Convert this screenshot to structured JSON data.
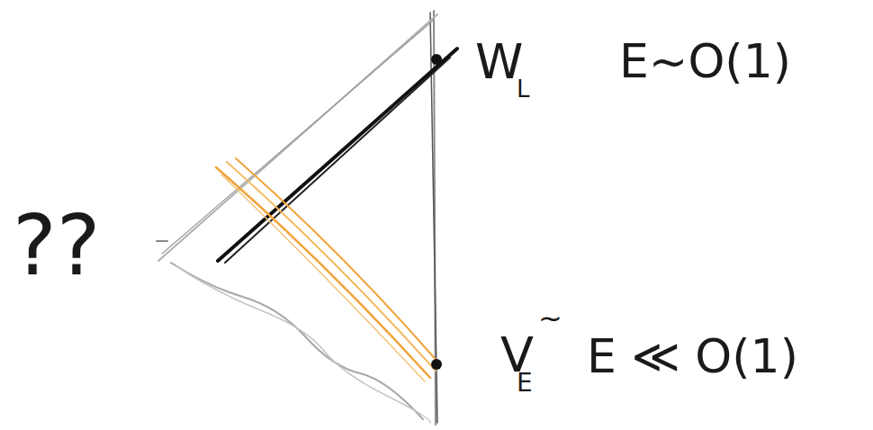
{
  "diagram": {
    "labels": [
      "W",
      "L",
      "E~O(1)",
      "??",
      "V",
      "~",
      "E",
      "E ≪ O(1)"
    ]
  }
}
